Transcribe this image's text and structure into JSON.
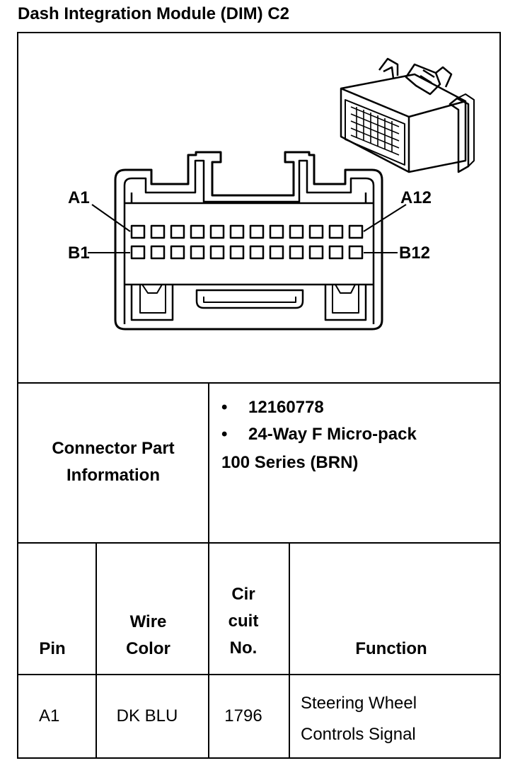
{
  "title": "Dash Integration Module (DIM) C2",
  "diagram": {
    "label_a1": "A1",
    "label_a12": "A12",
    "label_b1": "B1",
    "label_b12": "B12"
  },
  "connector_info": {
    "heading_line1": "Connector Part",
    "heading_line2": "Information",
    "bullet_symbol": "•",
    "part_number": "12160778",
    "description": "24-Way F Micro-pack",
    "series": "100 Series (BRN)"
  },
  "table": {
    "headers": {
      "pin": "Pin",
      "wire_color_line1": "Wire",
      "wire_color_line2": "Color",
      "circuit_line1": "Cir",
      "circuit_line2": "cuit",
      "circuit_line3": "No.",
      "function": "Function"
    },
    "rows": [
      {
        "pin": "A1",
        "wire_color": "DK BLU",
        "circuit": "1796",
        "function_line1": "Steering Wheel",
        "function_line2": "Controls Signal"
      }
    ]
  }
}
